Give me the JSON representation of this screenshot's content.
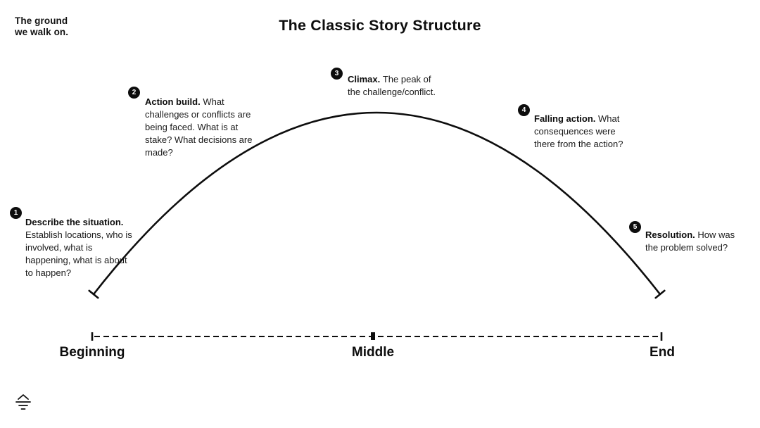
{
  "logo": {
    "line1": "The ground",
    "line2": "we walk on."
  },
  "title": "The Classic Story Structure",
  "annotations": [
    {
      "number": "1",
      "heading": "Describe the situation.",
      "body": "Establish locations, who is involved, what is happening, what is about to happen?"
    },
    {
      "number": "2",
      "heading": "Action build.",
      "body": "What challenges or conflicts are being faced. What is at stake? What decisions are made?"
    },
    {
      "number": "3",
      "heading": "Climax.",
      "body": "The peak of the challenge/conflict."
    },
    {
      "number": "4",
      "heading": "Falling action.",
      "body": "What consequences were there from the action?"
    },
    {
      "number": "5",
      "heading": "Resolution.",
      "body": "How was the problem solved?"
    }
  ],
  "timeline": {
    "labels": [
      "Beginning",
      "Middle",
      "End"
    ]
  },
  "colors": {
    "ink": "#0d0d0d",
    "background": "#ffffff"
  }
}
